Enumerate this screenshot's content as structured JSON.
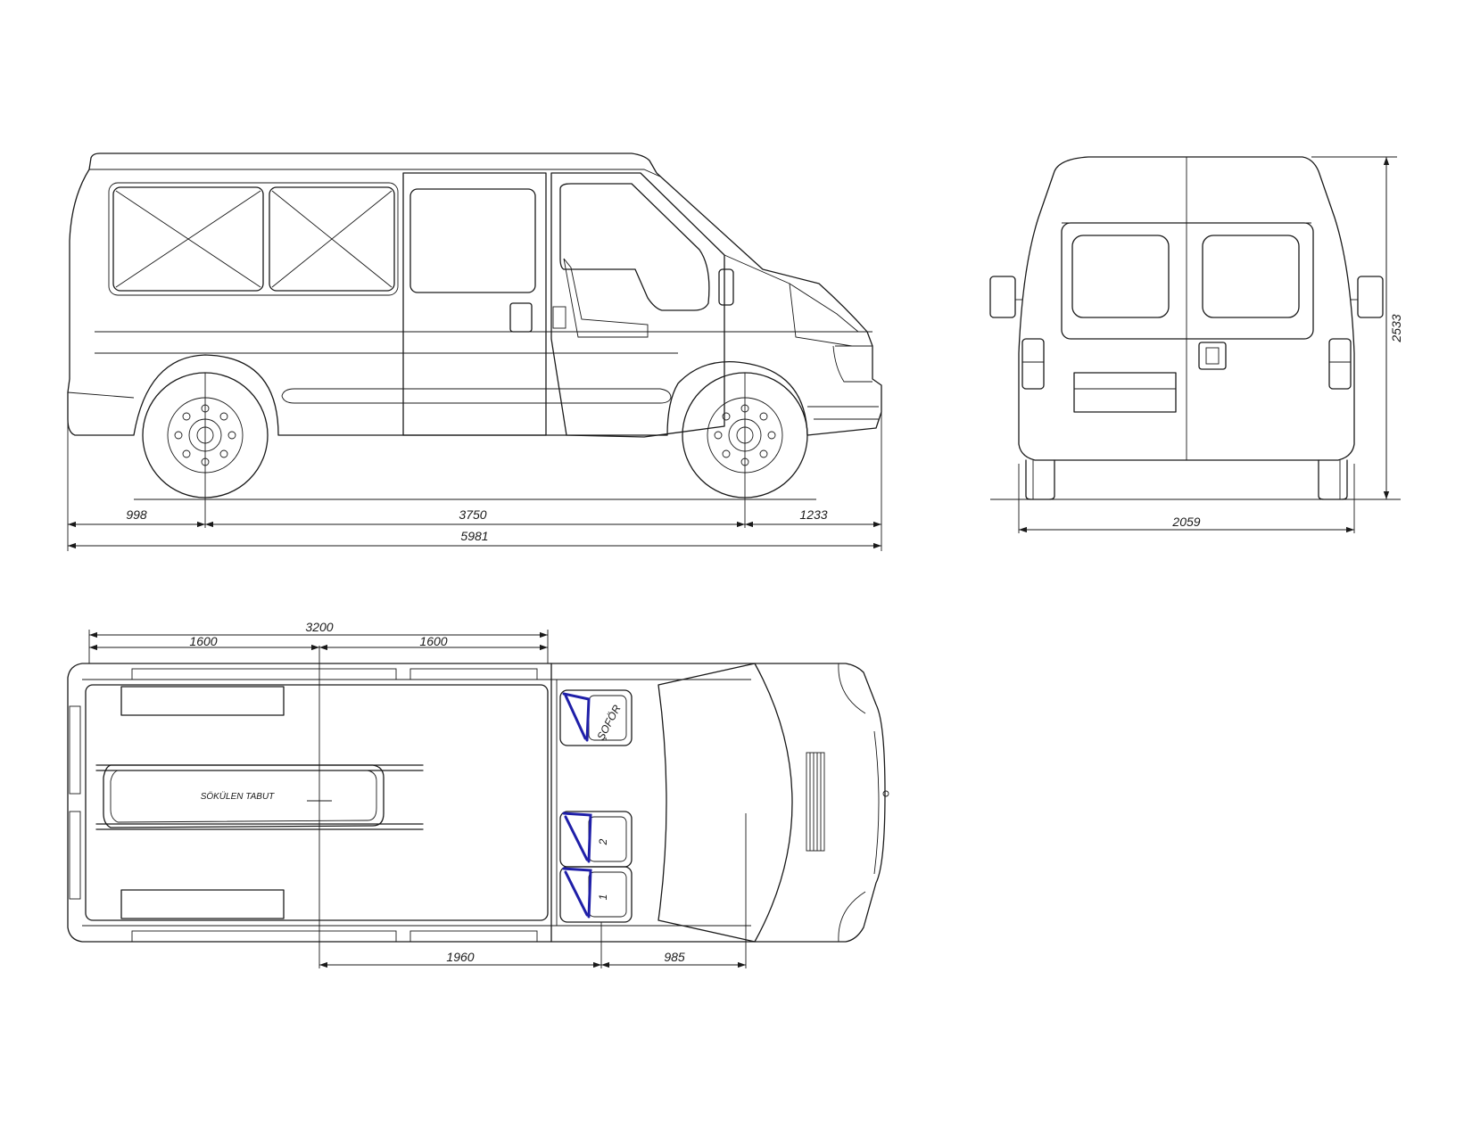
{
  "side_view": {
    "dimensions": {
      "front_overhang": "998",
      "wheelbase": "3750",
      "rear_overhang": "1233",
      "overall_length": "5981"
    }
  },
  "rear_view": {
    "dimensions": {
      "overall_width": "2059",
      "overall_height": "2533"
    }
  },
  "top_view": {
    "dimensions": {
      "cargo_length": "3200",
      "cargo_half_left": "1600",
      "cargo_half_right": "1600",
      "to_seat_row": "1960",
      "seat_to_front": "985"
    },
    "coffin_label": "SÖKÜLEN TABUT",
    "seats": [
      {
        "label": "ŞOFÖR"
      },
      {
        "label": "2"
      },
      {
        "label": "1"
      }
    ]
  },
  "colors": {
    "line": "#1a1a1a",
    "seat_belt": "#1f1fa8",
    "background": "#ffffff"
  }
}
